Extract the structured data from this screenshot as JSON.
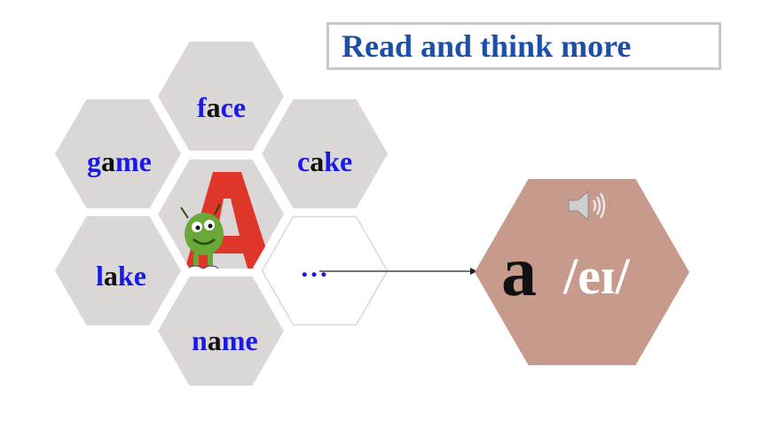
{
  "title": "Read and think more",
  "words": {
    "face": {
      "pre": "f",
      "hl": "a",
      "post": "ce"
    },
    "game": {
      "pre": "g",
      "hl": "a",
      "post": "me"
    },
    "cake": {
      "pre": "c",
      "hl": "a",
      "post": "ke"
    },
    "lake": {
      "pre": "l",
      "hl": "a",
      "post": "ke"
    },
    "name": {
      "pre": "n",
      "hl": "a",
      "post": "me"
    }
  },
  "ellipsis": "…",
  "letter": "a",
  "phonetic": "/eɪ/",
  "icons": {
    "speaker": "speaker-icon",
    "mascot": "cartoon-letter-a-icon"
  },
  "colors": {
    "title": "#1e4fa8",
    "word": "#1a1ae6",
    "highlight": "#111111",
    "hex_grey": "#dcd7d7",
    "hex_big": "#c89a8c",
    "letter_red": "#e0352b"
  }
}
